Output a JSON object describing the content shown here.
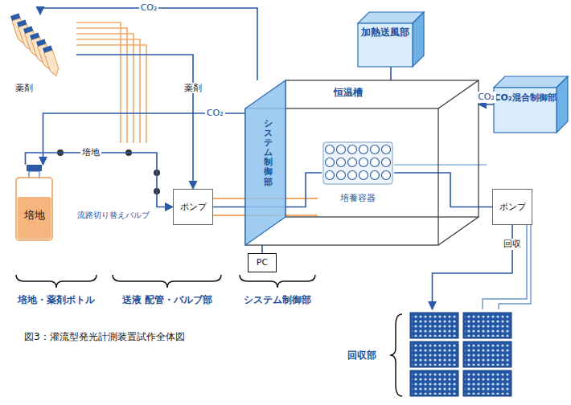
{
  "diagram": {
    "caption": "図3：灌流型発光計測装置試作全体図",
    "nodes": [
      {
        "text": [
          "薬剤"
        ]
      },
      {
        "text": [
          "培地"
        ]
      },
      {
        "text": [
          "ポンプ"
        ]
      },
      {
        "text": [
          "恒温槽"
        ]
      },
      {
        "text": [
          "システム制御部"
        ],
        "in": 3
      },
      {
        "text": [
          "培養容器"
        ],
        "in": 3
      },
      {
        "text": [
          "加熱送風部"
        ]
      },
      {
        "text": [
          "CO₂混合制御部"
        ]
      },
      {
        "text": [
          "ポンプ"
        ]
      },
      {
        "text": [
          "PC"
        ]
      },
      {
        "text": [
          "回収部"
        ]
      }
    ],
    "edges": [
      {
        "from": 1,
        "to": 2,
        "label": "培地",
        "arrow": "to"
      },
      {
        "from": 0,
        "to": 2,
        "label": "薬剤",
        "arrow": "to"
      },
      {
        "from": 2,
        "to": 5,
        "arrow": "none"
      },
      {
        "from": 5,
        "to": 8,
        "arrow": "none"
      },
      {
        "from": 8,
        "to": 10,
        "label": "回収",
        "arrow": "to"
      },
      {
        "from": 7,
        "to": 3,
        "label": "CO₂",
        "arrow": "to"
      },
      {
        "from": 4,
        "to": 0,
        "label": "CO₂",
        "arrow": "to"
      },
      {
        "from": 4,
        "to": 1,
        "label": "CO₂",
        "arrow": "to"
      },
      {
        "from": 6,
        "to": 3,
        "arrow": "none"
      },
      {
        "from": 9,
        "to": 4,
        "arrow": "none"
      }
    ],
    "labels": [
      "流路切り替えバルブ",
      "培地・薬剤ボトル",
      "送液 配管・バルブ部",
      "システム制御部"
    ]
  }
}
